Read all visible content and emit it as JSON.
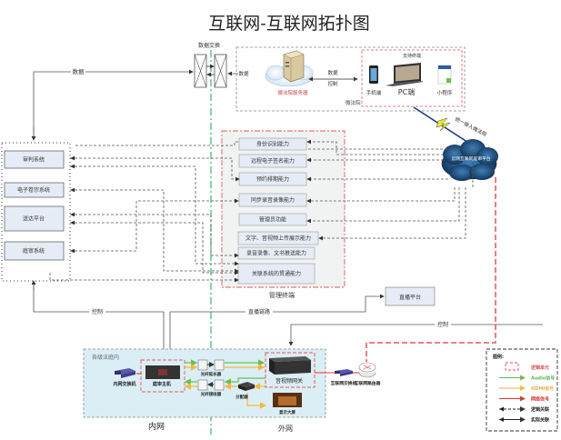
{
  "title": "互联网-互联网拓扑图",
  "data_exchange": {
    "label": "数据交换"
  },
  "edge_labels": {
    "data_top": "数据",
    "data_server": "数据",
    "data_control_1": "数据",
    "data_control_2": "控制",
    "control_left": "控制",
    "live_link": "直播链路",
    "control_right": "控制",
    "unified_access": "统一接入微法院"
  },
  "micro_court": {
    "label": "微法院",
    "server_label": "微法院服务器",
    "clients_group_label": "支持终端",
    "clients": [
      {
        "name": "phone",
        "label": "手机端"
      },
      {
        "name": "pc",
        "label": "PC端"
      },
      {
        "name": "miniprogram",
        "label": "小程序"
      }
    ]
  },
  "cloud": {
    "label": "云网互联网庭审平台"
  },
  "management": {
    "label": "管理终端",
    "capabilities": [
      "身份识别能力",
      "远程电子签名能力",
      "预约排期能力",
      "同步录音录像能力",
      "管理员功能",
      "文字、音视频上传展示能力",
      "录音录像、文书推送能力",
      "关联系统的贯通能力"
    ]
  },
  "left_systems": [
    "审判系统",
    "电子卷宗系统",
    "送达平台",
    "庭审系统"
  ],
  "live_platform": {
    "label": "直播平台"
  },
  "court_room": {
    "label": "各级法庭内",
    "switch_label": "内网交换机",
    "host_label": "庭审主机",
    "fiber_tx_label": "光纤延长器",
    "fiber_rx_label": "光纤接收器",
    "splitter_label": "分配器",
    "gateway_label": "音视频网关",
    "screen_label": "显示大屏"
  },
  "internet_switch": {
    "label": "互联网交换机"
  },
  "internet_router": {
    "label": "互联网路由器"
  },
  "zones": {
    "inner": "内网",
    "outer": "外网"
  },
  "legend": {
    "title": "图例:",
    "items": [
      {
        "label": "逻辑单元",
        "type": "dashed-box",
        "color": "#e05050"
      },
      {
        "label": "Audio信号",
        "type": "arrow",
        "color": "#5cb85c"
      },
      {
        "label": "HDMI信号",
        "type": "arrow",
        "color": "#f0ad4e"
      },
      {
        "label": "网络信号",
        "type": "arrow",
        "color": "#e03030"
      },
      {
        "label": "逻辑关联",
        "type": "dashed-arrow",
        "color": "#222222"
      },
      {
        "label": "实际关联",
        "type": "arrow",
        "color": "#222222"
      }
    ]
  },
  "colors": {
    "audio": "#6cc04a",
    "hdmi": "#f5b83d",
    "network": "#e03c31",
    "logic_box": "#e05a5a",
    "zone_divider": "#3cb371",
    "box_fill": "#e6ecf6",
    "court_bg": "#dbeef5"
  }
}
